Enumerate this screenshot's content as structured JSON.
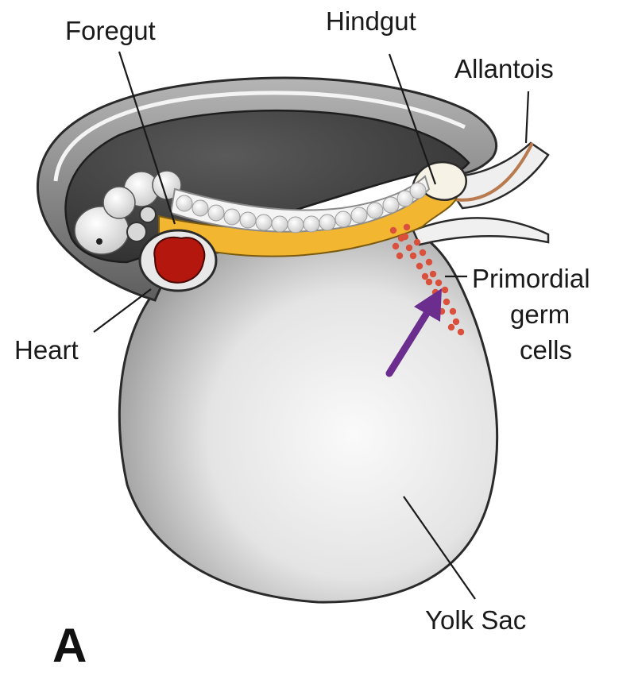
{
  "labels": {
    "foregut": "Foregut",
    "hindgut": "Hindgut",
    "allantois": "Allantois",
    "primordial": [
      "Primordial",
      "germ",
      "cells"
    ],
    "heart": "Heart",
    "yolk_sac": "Yolk Sac",
    "panel": "A"
  },
  "colors": {
    "background": "#ffffff",
    "yolk_sac": "#e2e2e2",
    "amnion_shell": "#8a8a8a",
    "gut": "#f2b631",
    "heart": "#b3170e",
    "germ_cells": "#d9503c",
    "allantois": "#b87a4e",
    "arrow": "#6b2d8e",
    "text": "#1a1a1a"
  }
}
